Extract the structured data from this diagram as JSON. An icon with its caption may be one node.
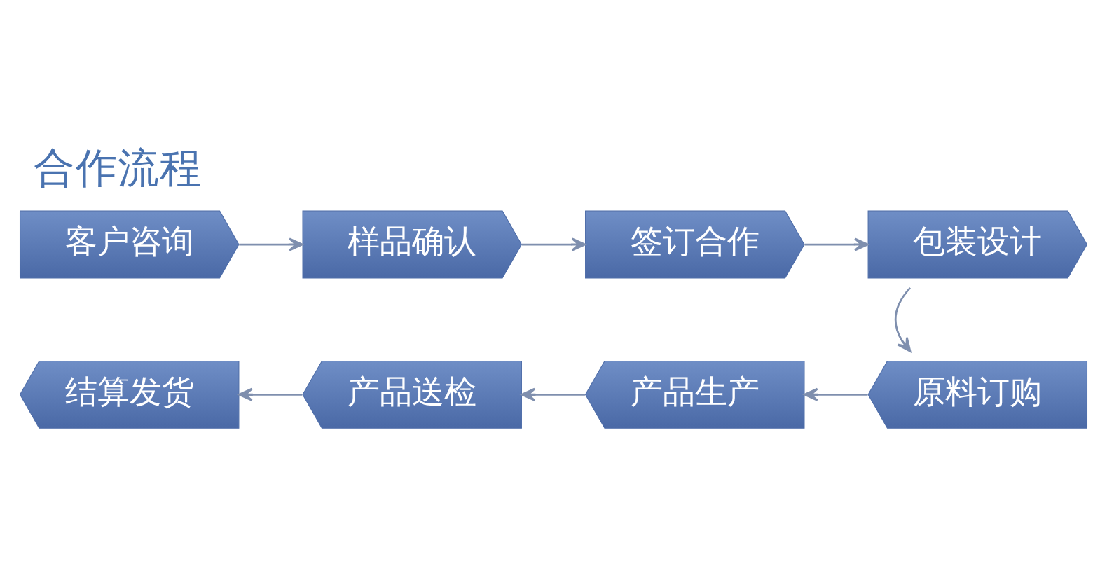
{
  "diagram": {
    "title": "合作流程",
    "nodes": [
      {
        "text": [
          "客户咨询"
        ]
      },
      {
        "text": [
          "样品确认"
        ]
      },
      {
        "text": [
          "签订合作"
        ]
      },
      {
        "text": [
          "包装设计"
        ]
      },
      {
        "text": [
          "原料订购"
        ]
      },
      {
        "text": [
          "产品生产"
        ]
      },
      {
        "text": [
          "产品送检"
        ]
      },
      {
        "text": [
          "结算发货"
        ]
      }
    ],
    "edges": [
      {
        "from": 0,
        "to": 1,
        "arrow": "to"
      },
      {
        "from": 1,
        "to": 2,
        "arrow": "to"
      },
      {
        "from": 2,
        "to": 3,
        "arrow": "to"
      },
      {
        "from": 3,
        "to": 4,
        "arrow": "to"
      },
      {
        "from": 4,
        "to": 5,
        "arrow": "to"
      },
      {
        "from": 5,
        "to": 6,
        "arrow": "to"
      },
      {
        "from": 6,
        "to": 7,
        "arrow": "to"
      }
    ]
  }
}
